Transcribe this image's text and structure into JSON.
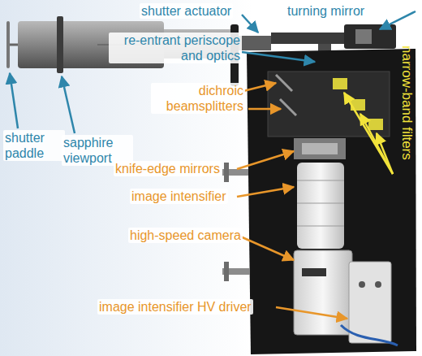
{
  "diagram": {
    "labels": [
      "shutter actuator",
      "turning mirror",
      "re-entrant periscope and optics",
      "shutter paddle",
      "sapphire viewport",
      "dichroic beamsplitters",
      "narrow-band filters",
      "knife-edge mirrors",
      "image intensifier",
      "high-speed camera",
      "image intensifier HV driver"
    ]
  }
}
